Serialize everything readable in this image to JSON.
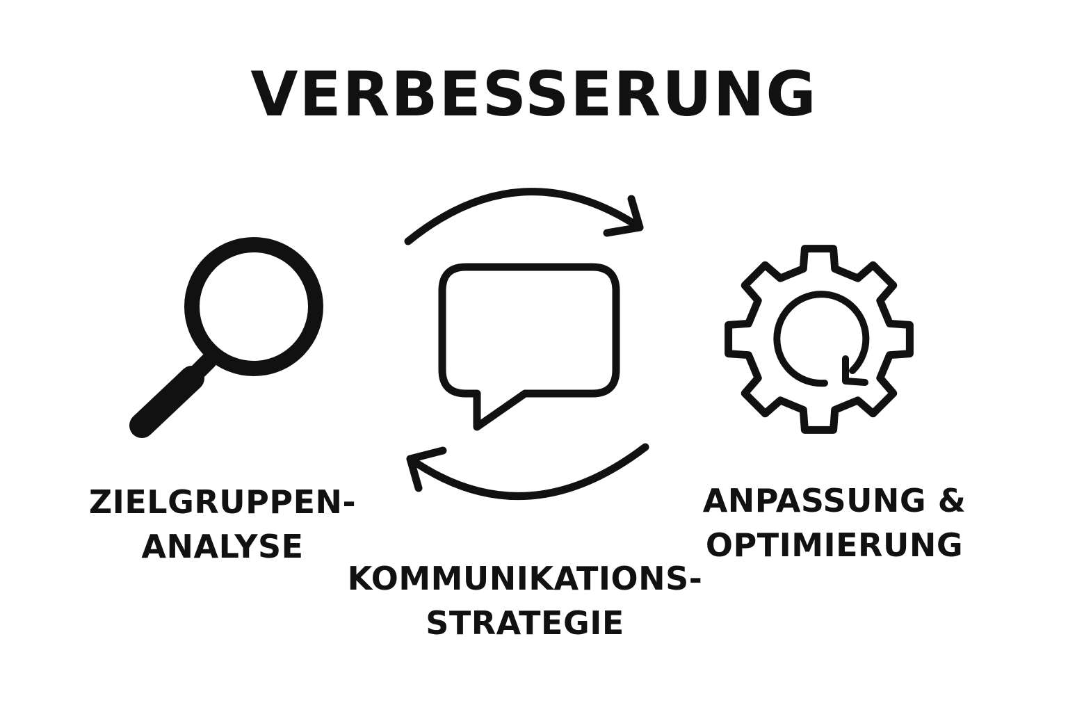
{
  "title": "VERBESSERUNG",
  "steps": [
    {
      "icon": "magnifying-glass-icon",
      "label_line1": "ZIELGRUPPEN-",
      "label_line2": "ANALYSE"
    },
    {
      "icon": "speech-bubble-icon",
      "label_line1": "KOMMUNIKATIONS-",
      "label_line2": "STRATEGIE"
    },
    {
      "icon": "gear-refresh-icon",
      "label_line1": "ANPASSUNG &",
      "label_line2": "OPTIMIERUNG"
    }
  ],
  "cycle_icons": [
    "arrow-clockwise-top-icon",
    "arrow-clockwise-bottom-icon"
  ],
  "colors": {
    "stroke": "#111111",
    "background": "#ffffff"
  }
}
